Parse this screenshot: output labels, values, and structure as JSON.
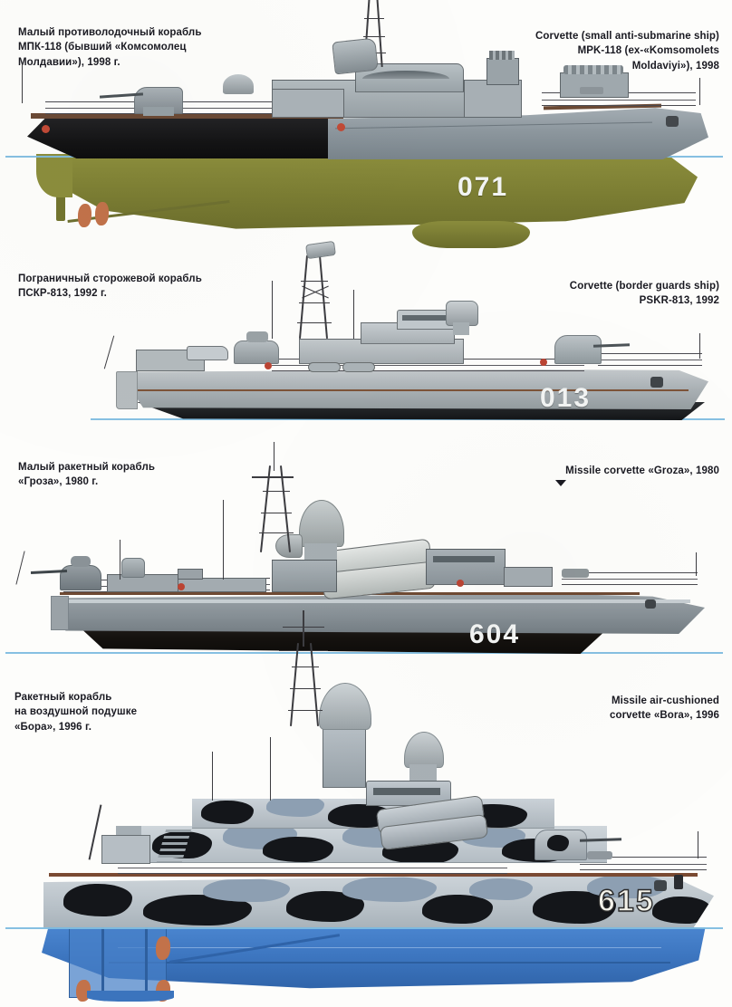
{
  "plate": {
    "title": "Russian naval ship profile plate",
    "background_color": "#fdfdfb",
    "waterline_color": "#7fbde0"
  },
  "ships": [
    {
      "id": "mpk-118",
      "hull_number": "071",
      "caption_ru": "Малый противолодочный корабль\nМПК-118 (бывший «Комсомолец\nМолдавии»), 1998 г.",
      "caption_en": "Corvette (small anti-submarine ship)\nMPK-118 (ex-«Komsomolets\nMoldaviyi»), 1998",
      "colors": {
        "upper_hull": "#1b1b1c",
        "bow_hull": "#8f9aa3",
        "underwater": "#7d7f33",
        "superstructure": "#9aa3a6",
        "deck": "#6b4a35"
      },
      "has_marker": false
    },
    {
      "id": "pskr-813",
      "hull_number": "013",
      "caption_ru": "Пограничный сторожевой корабль\nПСКР-813, 1992 г.",
      "caption_en": "Corvette (border guards ship)\nPSKR-813, 1992",
      "colors": {
        "upper_hull": "#b7bcc0",
        "bow_hull": "#9ea7ab",
        "underwater": "#25282b",
        "superstructure": "#b9bec1",
        "deck": "#7a5038"
      },
      "has_marker": false
    },
    {
      "id": "groza",
      "hull_number": "604",
      "caption_ru": "Малый ракетный корабль\n«Гроза», 1980 г.",
      "caption_en": "Missile corvette «Groza», 1980",
      "colors": {
        "upper_hull": "#8f979c",
        "bow_hull": "#858e94",
        "underwater": "#1f1c1a",
        "superstructure": "#a2aaae",
        "deck": "#6f4a33"
      },
      "has_marker": true
    },
    {
      "id": "bora",
      "hull_number": "615",
      "caption_ru": "Ракетный корабль\nна воздушной подушке\n«Бора», 1996 г.",
      "caption_en": "Missile air-cushioned\ncorvette «Bora», 1996",
      "colors": {
        "camo_light": "#d8dde1",
        "camo_mid": "#8d9fb2",
        "camo_dark": "#15161a",
        "skirt": "#3f79c4",
        "superstructure": "#aab3ba",
        "deck": "#7a4a32"
      },
      "has_marker": false
    }
  ],
  "icons": {
    "caption_marker": "down-triangle-marker"
  }
}
